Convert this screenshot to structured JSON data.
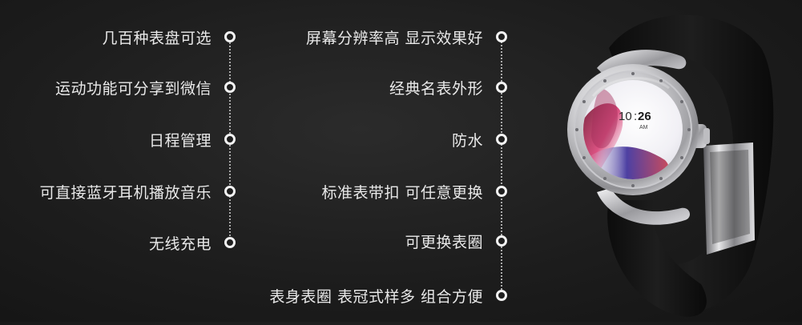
{
  "left_features": [
    {
      "label": "几百种表盘可选"
    },
    {
      "label": "运动功能可分享到微信"
    },
    {
      "label": "日程管理"
    },
    {
      "label": "可直接蓝牙耳机播放音乐"
    },
    {
      "label": "无线充电"
    }
  ],
  "right_features": [
    {
      "label": "屏幕分辨率高 显示效果好"
    },
    {
      "label": "经典名表外形"
    },
    {
      "label": "防水"
    },
    {
      "label": "标准表带扣 可任意更换"
    },
    {
      "label": "可更换表圈"
    },
    {
      "label": "表身表圈 表冠式样多 组合方便"
    }
  ],
  "watch": {
    "time_hour": "10",
    "time_minute": "26",
    "time_ampm": "AM"
  },
  "colors": {
    "background": "#1d1d1d",
    "text": "#e9e9e9",
    "dot": "#f2f2f2"
  }
}
